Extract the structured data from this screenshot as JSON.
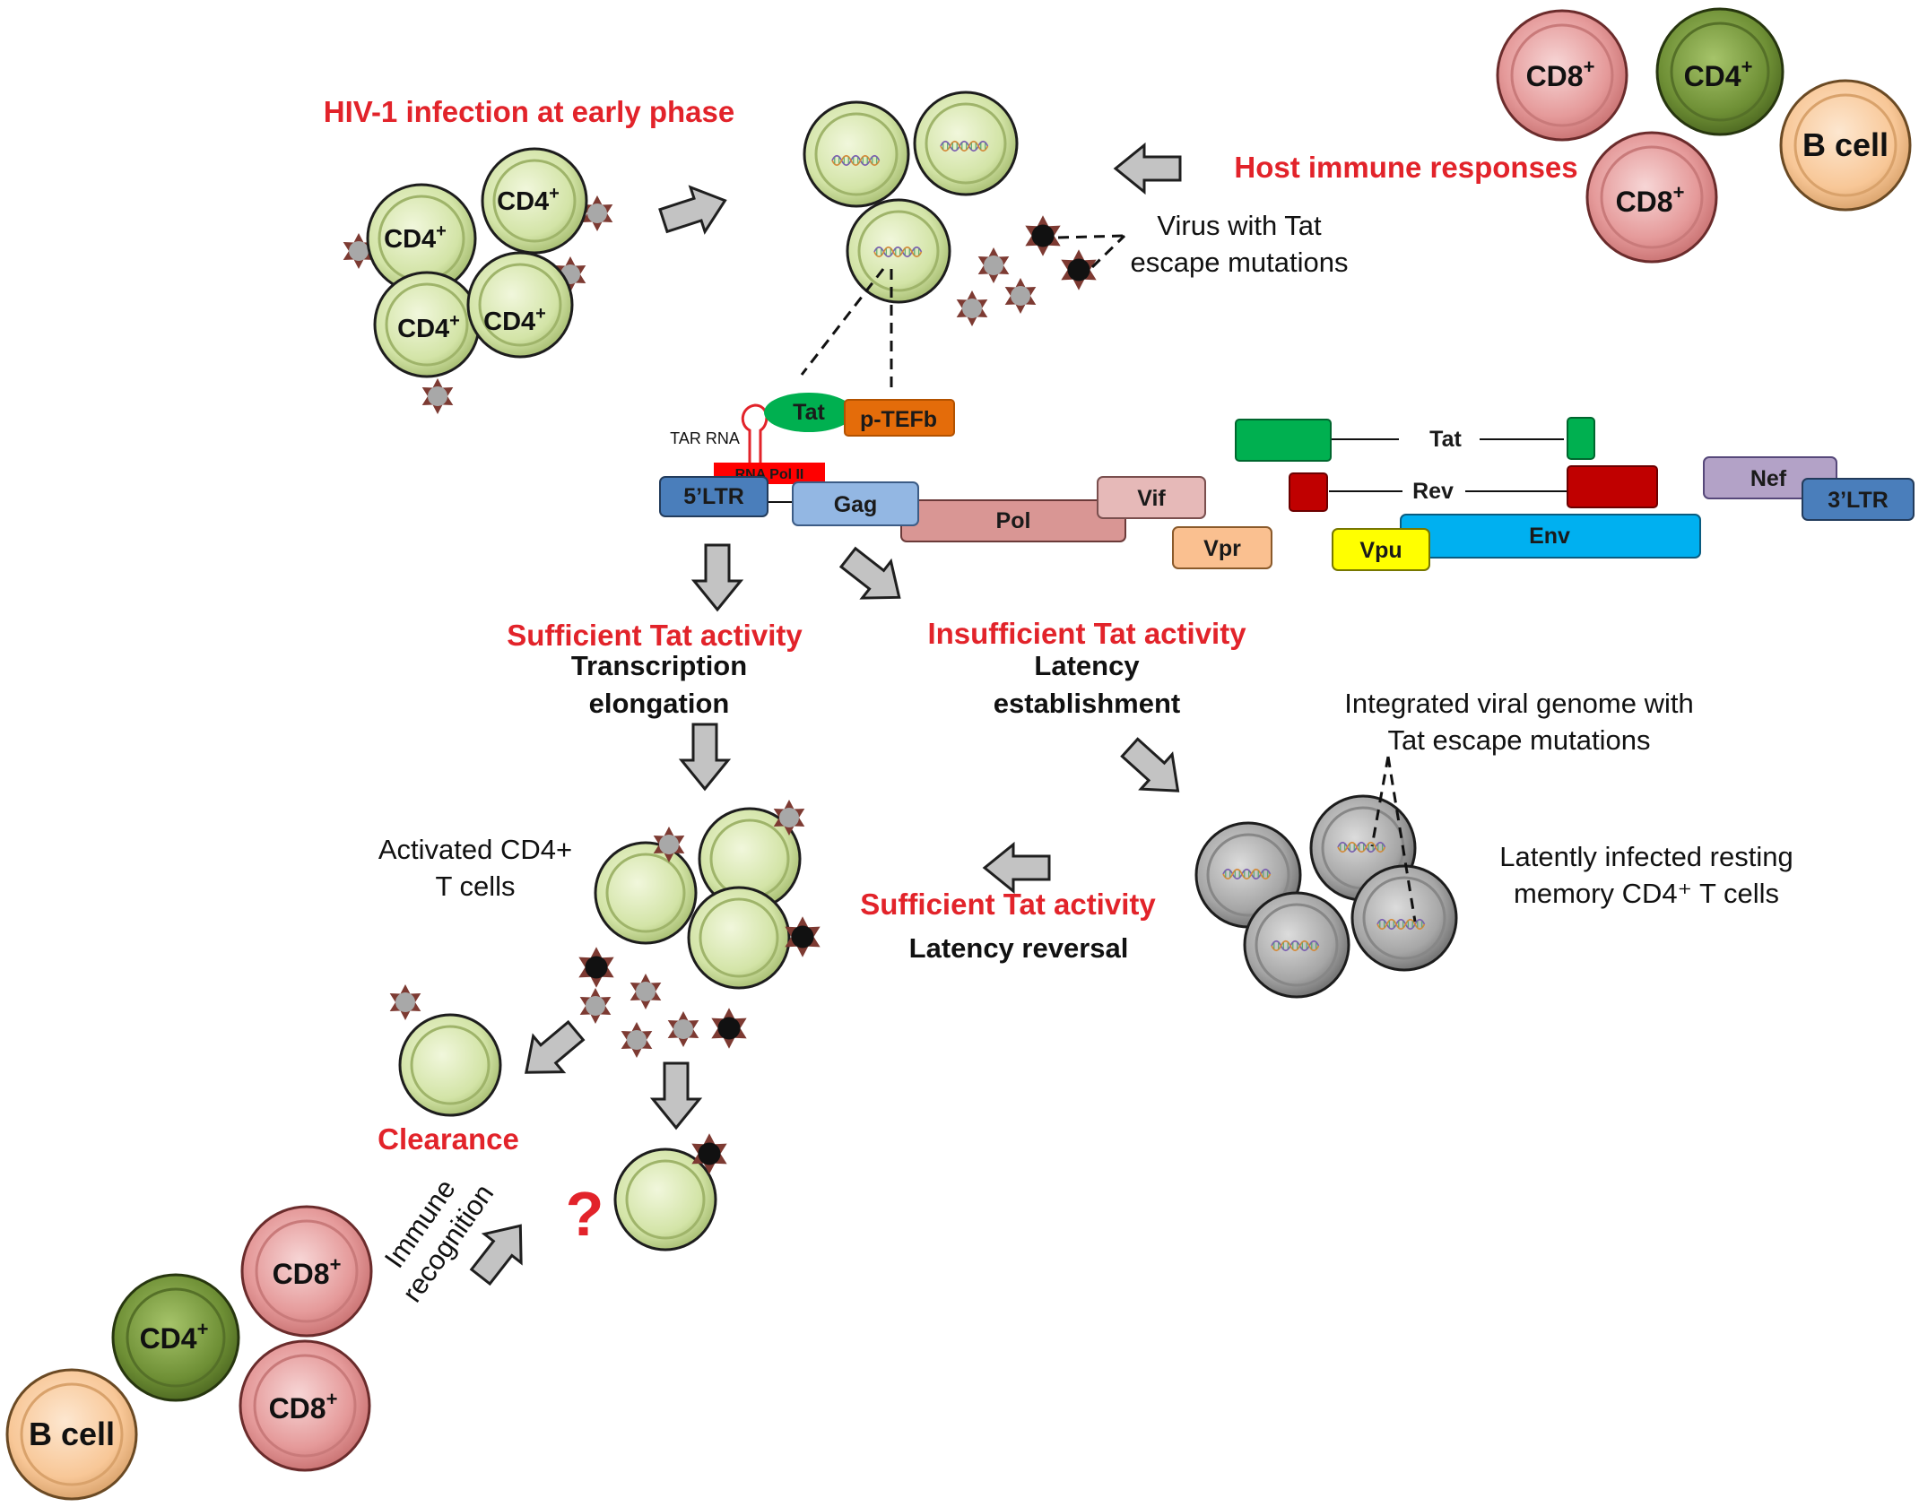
{
  "titles": {
    "early_infection": "HIV-1 infection at early phase",
    "host_immune": "Host immune responses",
    "sufficient_1": "Sufficient Tat activity",
    "insufficient": "Insufficient Tat activity",
    "sufficient_2": "Sufficient Tat activity",
    "clearance": "Clearance"
  },
  "captions": {
    "transcription_1": "Transcription",
    "transcription_2": "elongation",
    "latency_1": "Latency",
    "latency_2": "establishment",
    "latency_reversal": "Latency reversal",
    "virus_escape_1": "Virus with Tat",
    "virus_escape_2": "escape mutations",
    "integrated_1": "Integrated viral genome with",
    "integrated_2": "Tat escape mutations",
    "latent_cells_1": "Latently infected resting",
    "latent_cells_2": "memory CD4⁺ T cells",
    "activated_1": "Activated CD4+",
    "activated_2": "T cells",
    "immune_recognition_1": "Immune",
    "immune_recognition_2": "recognition",
    "question": "?"
  },
  "cells": {
    "cd4_plus": "CD4",
    "cd8_plus": "CD8",
    "superscript": "+",
    "b_cell": "B cell"
  },
  "genome": {
    "tar_rna": "TAR RNA",
    "rna_pol": "RNA Pol II",
    "tat_protein": "Tat",
    "ptefb": "p-TEFb",
    "ltr5": "5’LTR",
    "gag": "Gag",
    "pol": "Pol",
    "vif": "Vif",
    "vpr": "Vpr",
    "tat": "Tat",
    "rev": "Rev",
    "vpu": "Vpu",
    "env": "Env",
    "nef": "Nef",
    "ltr3": "3’LTR"
  },
  "colors": {
    "title_red": "#e2232a",
    "infected_cell": "#d3e4a7",
    "latent_cell": "#9d9d9d",
    "cd8": "#e59a9a",
    "cd4_immune": "#6e8f35",
    "b_cell": "#f8c797",
    "virion": "#a8a8a8",
    "virion_mutant": "#111111",
    "ltr": "#4a7ebb",
    "gag": "#93b7e3",
    "pol": "#d99694",
    "vif": "#e6b9b8",
    "vpr": "#fac090",
    "tat_exon": "#00b050",
    "rev_exon": "#c00000",
    "vpu": "#ffff00",
    "env": "#00b0f0",
    "nef": "#b3a2c7",
    "ptefb": "#e46c0a",
    "rna_pol": "#ff0000"
  }
}
